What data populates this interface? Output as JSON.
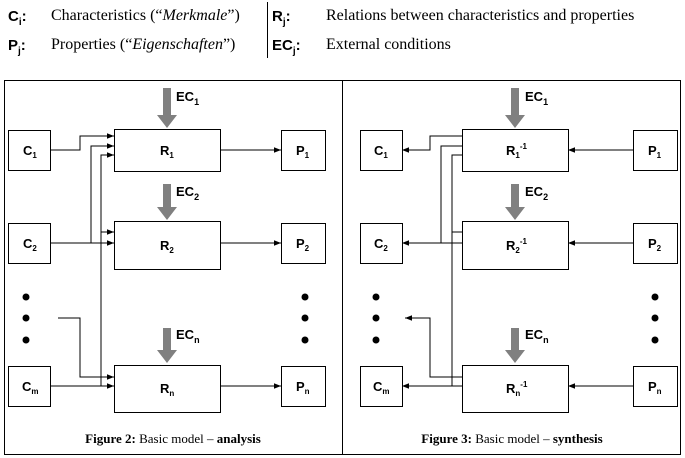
{
  "legend": {
    "c": {
      "sym": "C",
      "sub": "i",
      "colon": ":",
      "pre": "Characteristics (“",
      "term": "Merkmale",
      "post": "”)"
    },
    "p": {
      "sym": "P",
      "sub": "j",
      "colon": ":",
      "pre": "Properties (“",
      "term": "Eigenschaften",
      "post": "”)"
    },
    "r": {
      "sym": "R",
      "sub": "j",
      "colon": ":",
      "text": "Relations between characteristics and properties"
    },
    "ec": {
      "sym": "EC",
      "sub": "j",
      "colon": ":",
      "text": "External conditions"
    }
  },
  "analysis": {
    "c_nodes": [
      {
        "base": "C",
        "sub": "1"
      },
      {
        "base": "C",
        "sub": "2"
      },
      {
        "base": "C",
        "sub": "m"
      }
    ],
    "r_nodes": [
      {
        "base": "R",
        "sub": "1"
      },
      {
        "base": "R",
        "sub": "2"
      },
      {
        "base": "R",
        "sub": "n"
      }
    ],
    "p_nodes": [
      {
        "base": "P",
        "sub": "1"
      },
      {
        "base": "P",
        "sub": "2"
      },
      {
        "base": "P",
        "sub": "n"
      }
    ],
    "ec_labels": [
      {
        "base": "EC",
        "sub": "1"
      },
      {
        "base": "EC",
        "sub": "2"
      },
      {
        "base": "EC",
        "sub": "n"
      }
    ],
    "caption": {
      "fig": "Figure 2:",
      "text": " Basic model – ",
      "emph": "analysis"
    }
  },
  "synthesis": {
    "c_nodes": [
      {
        "base": "C",
        "sub": "1"
      },
      {
        "base": "C",
        "sub": "2"
      },
      {
        "base": "C",
        "sub": "m"
      }
    ],
    "r_nodes": [
      {
        "base": "R",
        "sub": "1",
        "sup": "-1"
      },
      {
        "base": "R",
        "sub": "2",
        "sup": "-1"
      },
      {
        "base": "R",
        "sub": "n",
        "sup": "-1"
      }
    ],
    "p_nodes": [
      {
        "base": "P",
        "sub": "1"
      },
      {
        "base": "P",
        "sub": "2"
      },
      {
        "base": "P",
        "sub": "n"
      }
    ],
    "ec_labels": [
      {
        "base": "EC",
        "sub": "1"
      },
      {
        "base": "EC",
        "sub": "2"
      },
      {
        "base": "EC",
        "sub": "n"
      }
    ],
    "caption": {
      "fig": "Figure 3:",
      "text": " Basic model – ",
      "emph": "synthesis"
    }
  }
}
